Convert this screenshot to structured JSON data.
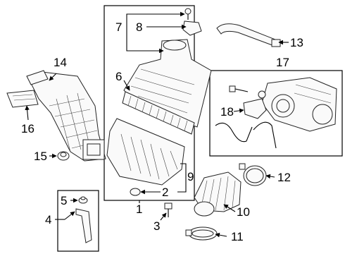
{
  "callouts": {
    "c1": "1",
    "c2": "2",
    "c3": "3",
    "c4": "4",
    "c5": "5",
    "c6": "6",
    "c7": "7",
    "c8": "8",
    "c9": "9",
    "c10": "10",
    "c11": "11",
    "c12": "12",
    "c13": "13",
    "c14": "14",
    "c15": "15",
    "c16": "16",
    "c17": "17",
    "c18": "18"
  },
  "colors": {
    "line": "#000000",
    "part_fill": "#fafafa",
    "background": "#ffffff"
  }
}
